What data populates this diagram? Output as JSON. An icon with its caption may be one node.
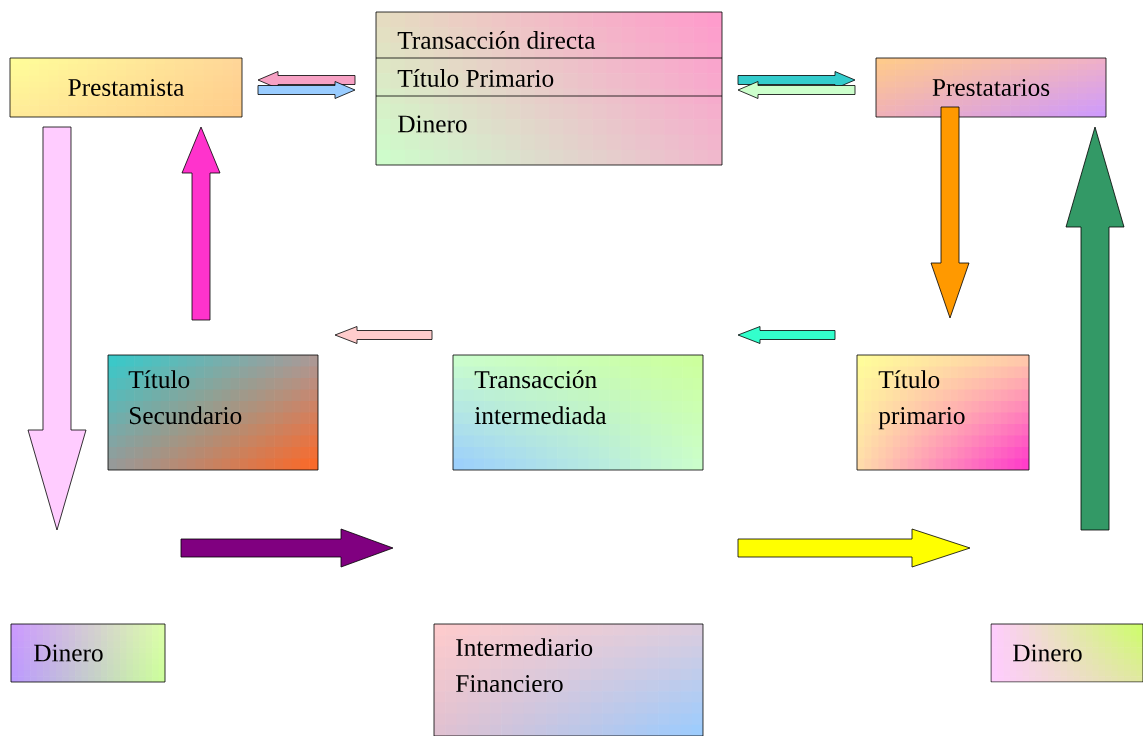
{
  "diagram": {
    "nodes": [
      {
        "text": [
          "Prestamista"
        ]
      },
      {
        "text": [
          "Transacción directa",
          "Título Primario",
          "Dinero"
        ]
      },
      {
        "text": [
          "Prestatarios"
        ]
      },
      {
        "text": [
          "Título Secundario"
        ]
      },
      {
        "text": [
          "Transacción intermediada"
        ]
      },
      {
        "text": [
          "Título primario"
        ]
      },
      {
        "text": [
          "Dinero"
        ]
      },
      {
        "text": [
          "Intermediario Financiero"
        ]
      },
      {
        "text": [
          "Dinero"
        ]
      }
    ],
    "edges": [
      {
        "from": 1,
        "to": 0,
        "arrow": "to",
        "color": "#f7a1c4"
      },
      {
        "from": 0,
        "to": 1,
        "arrow": "to",
        "color": "#99ccff"
      },
      {
        "from": 1,
        "to": 2,
        "arrow": "to",
        "color": "#33cccc"
      },
      {
        "from": 2,
        "to": 1,
        "arrow": "to",
        "color": "#ccffcc"
      },
      {
        "from": 0,
        "to": 6,
        "arrow": "to",
        "color": "#ffccff"
      },
      {
        "from": 3,
        "to": 0,
        "arrow": "to",
        "color": "#ff33cc"
      },
      {
        "from": 2,
        "to": 5,
        "arrow": "to",
        "color": "#ff9900"
      },
      {
        "from": 8,
        "to": 2,
        "arrow": "to",
        "color": "#339966"
      },
      {
        "from": 4,
        "to": 3,
        "arrow": "to",
        "color": "#ffcccc"
      },
      {
        "from": 5,
        "to": 4,
        "arrow": "to",
        "color": "#33ffcc"
      },
      {
        "from": 6,
        "to": 7,
        "arrow": "to",
        "color": "#800080"
      },
      {
        "from": 7,
        "to": 8,
        "arrow": "to",
        "color": "#ffff00"
      }
    ]
  }
}
